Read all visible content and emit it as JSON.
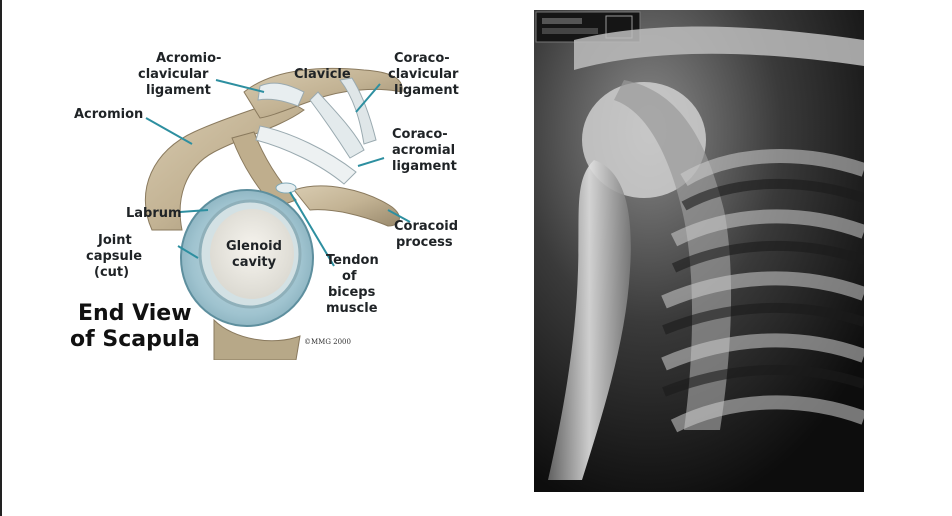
{
  "illustration": {
    "labels": {
      "acromioclavicular_1": "Acromio-",
      "acromioclavicular_2": "clavicular",
      "acromioclavicular_3": "ligament",
      "clavicle": "Clavicle",
      "coracoclavicular_1": "Coraco-",
      "coracoclavicular_2": "clavicular",
      "coracoclavicular_3": "ligament",
      "acromion": "Acromion",
      "coracoacromial_1": "Coraco-",
      "coracoacromial_2": "acromial",
      "coracoacromial_3": "ligament",
      "labrum": "Labrum",
      "coracoid_1": "Coracoid",
      "coracoid_2": "process",
      "joint_capsule_1": "Joint",
      "joint_capsule_2": "capsule",
      "joint_capsule_3": "(cut)",
      "glenoid_1": "Glenoid",
      "glenoid_2": "cavity",
      "tendon_1": "Tendon",
      "tendon_2": "of",
      "tendon_3": "biceps",
      "tendon_4": "muscle"
    },
    "title_line1": "End View",
    "title_line2": "of Scapula",
    "copyright": "©MMG 2000"
  }
}
